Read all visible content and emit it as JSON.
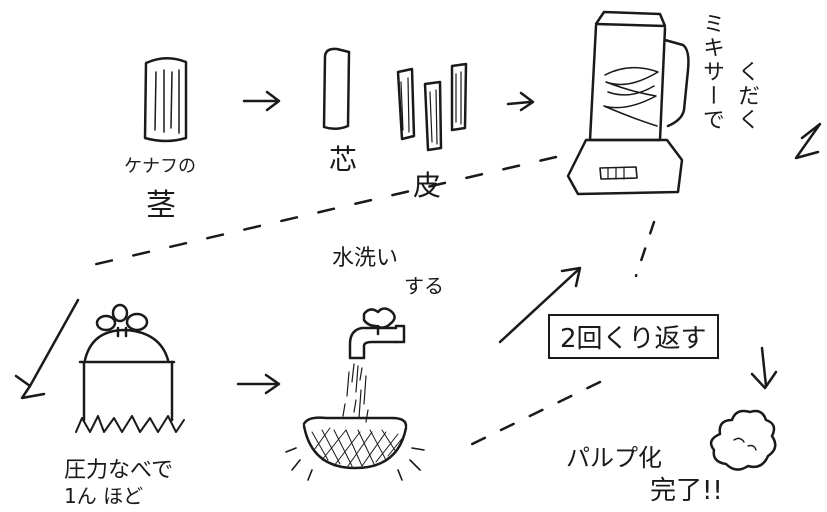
{
  "labels": {
    "kenaf": "ケナフの",
    "stem": "茎",
    "core": "芯",
    "bark": "皮",
    "mixer_line1": "ミキサーで",
    "mixer_line2": "くだく",
    "wash_line1": "水洗い",
    "wash_line2": "する",
    "pot_line1": "圧力なべで",
    "pot_line2": "1ん ほど",
    "repeat": "2回くり返す",
    "pulp_line1": "パルプ化",
    "pulp_line2": "完了!!"
  },
  "colors": {
    "ink": "#1a1a1a",
    "paper": "#ffffff"
  }
}
